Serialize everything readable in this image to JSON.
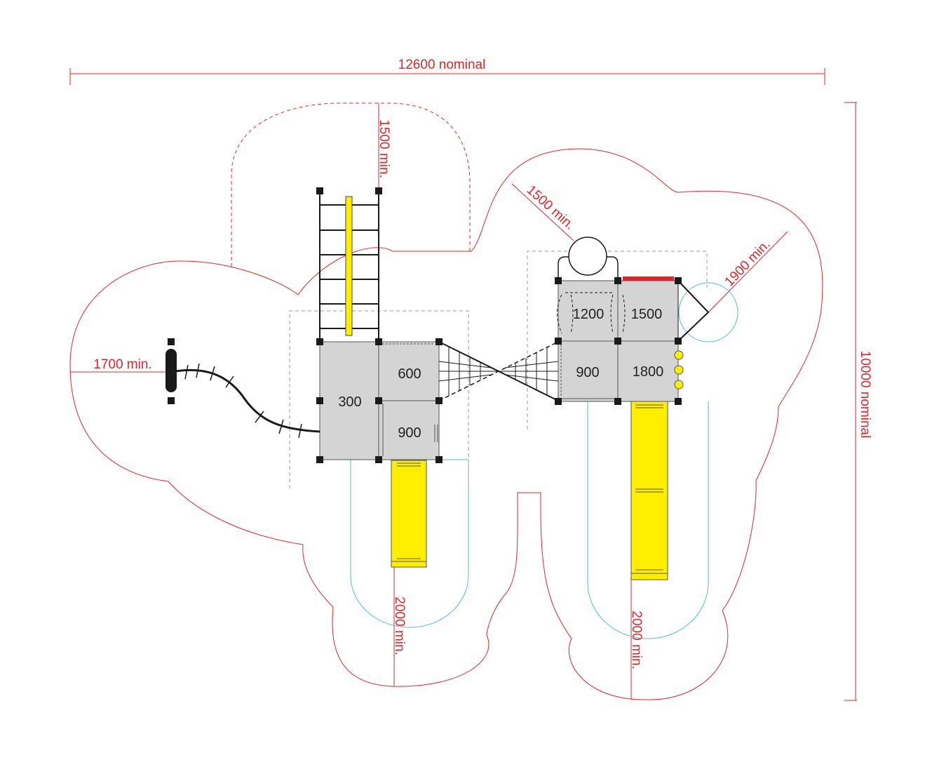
{
  "dimensions": {
    "overall_width": "12600 nominal",
    "overall_depth": "10000 nominal",
    "clearance_top": "1500 min.",
    "clearance_arch": "1500 min.",
    "clearance_climber": "1900 min.",
    "clearance_left": "1700 min.",
    "slide_left_runout": "2000 min.",
    "slide_right_runout": "2000 min."
  },
  "decks": {
    "left_big": "300",
    "left_top": "600",
    "left_bottom": "900",
    "right_top_left": "1200",
    "right_top_right": "1500",
    "right_bottom_left": "900",
    "right_bottom_right": "1800"
  },
  "colors": {
    "dimension": "#e0262b",
    "safety_zone": "#e0262b",
    "slide_zone": "#55b8e0",
    "deck_fill": "#d4d4d4",
    "post": "#1a1a1a",
    "slide": "#ffee00",
    "accent_bar": "#e0262b"
  }
}
